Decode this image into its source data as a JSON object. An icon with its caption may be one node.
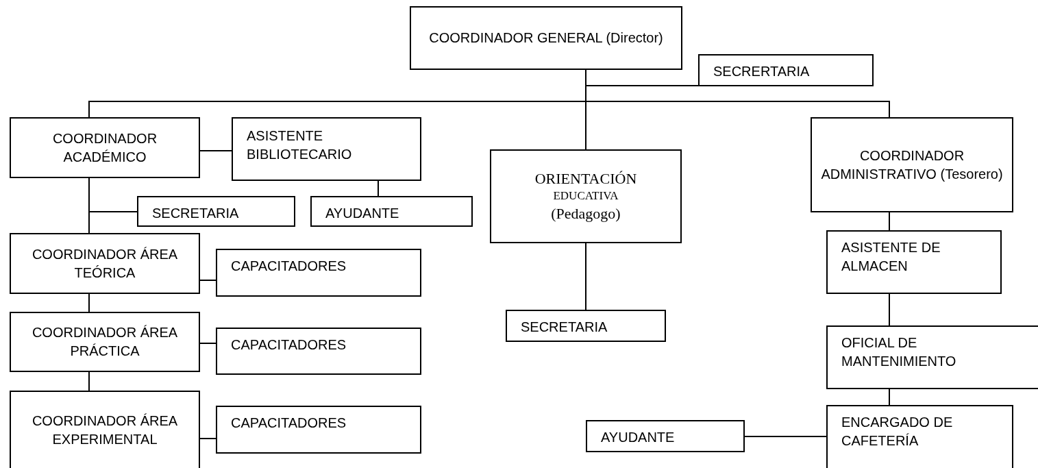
{
  "diagram": {
    "nodes": [
      {
        "text": [
          "COORDINADOR GENERAL (Director)"
        ]
      },
      {
        "text": [
          "SECRERTARIA"
        ]
      },
      {
        "text": [
          "COORDINADOR ACADÉMICO"
        ]
      },
      {
        "text": [
          "ASISTENTE BIBLIOTECARIO"
        ]
      },
      {
        "text": [
          "ORIENTACIÓN",
          "EDUCATIVA",
          "(Pedagogo)"
        ]
      },
      {
        "text": [
          "COORDINADOR ADMINISTRATIVO (Tesorero)"
        ]
      },
      {
        "text": [
          "SECRETARIA"
        ]
      },
      {
        "text": [
          "AYUDANTE"
        ]
      },
      {
        "text": [
          "COORDINADOR ÁREA TEÓRICA"
        ]
      },
      {
        "text": [
          "CAPACITADORES"
        ]
      },
      {
        "text": [
          "ASISTENTE DE ALMACEN"
        ]
      },
      {
        "text": [
          "SECRETARIA"
        ]
      },
      {
        "text": [
          "COORDINADOR ÁREA PRÁCTICA"
        ]
      },
      {
        "text": [
          "CAPACITADORES"
        ]
      },
      {
        "text": [
          "OFICIAL DE MANTENIMIENTO"
        ]
      },
      {
        "text": [
          "COORDINADOR ÁREA EXPERIMENTAL"
        ]
      },
      {
        "text": [
          "CAPACITADORES"
        ]
      },
      {
        "text": [
          "AYUDANTE"
        ]
      },
      {
        "text": [
          "ENCARGADO DE CAFETERÍA"
        ]
      }
    ],
    "edges": [
      {
        "from": 0,
        "to": 1,
        "arrow": "none"
      },
      {
        "from": 0,
        "to": 2,
        "arrow": "none"
      },
      {
        "from": 0,
        "to": 4,
        "arrow": "none"
      },
      {
        "from": 0,
        "to": 5,
        "arrow": "none"
      },
      {
        "from": 2,
        "to": 3,
        "arrow": "none"
      },
      {
        "from": 3,
        "to": 7,
        "arrow": "none"
      },
      {
        "from": 2,
        "to": 6,
        "arrow": "none"
      },
      {
        "from": 2,
        "to": 8,
        "arrow": "none"
      },
      {
        "from": 8,
        "to": 9,
        "arrow": "none"
      },
      {
        "from": 8,
        "to": 12,
        "arrow": "none"
      },
      {
        "from": 12,
        "to": 13,
        "arrow": "none"
      },
      {
        "from": 12,
        "to": 15,
        "arrow": "none"
      },
      {
        "from": 15,
        "to": 16,
        "arrow": "none"
      },
      {
        "from": 4,
        "to": 11,
        "arrow": "none"
      },
      {
        "from": 5,
        "to": 10,
        "arrow": "none"
      },
      {
        "from": 10,
        "to": 14,
        "arrow": "none"
      },
      {
        "from": 14,
        "to": 18,
        "arrow": "none"
      },
      {
        "from": 17,
        "to": 18,
        "arrow": "none"
      }
    ]
  }
}
